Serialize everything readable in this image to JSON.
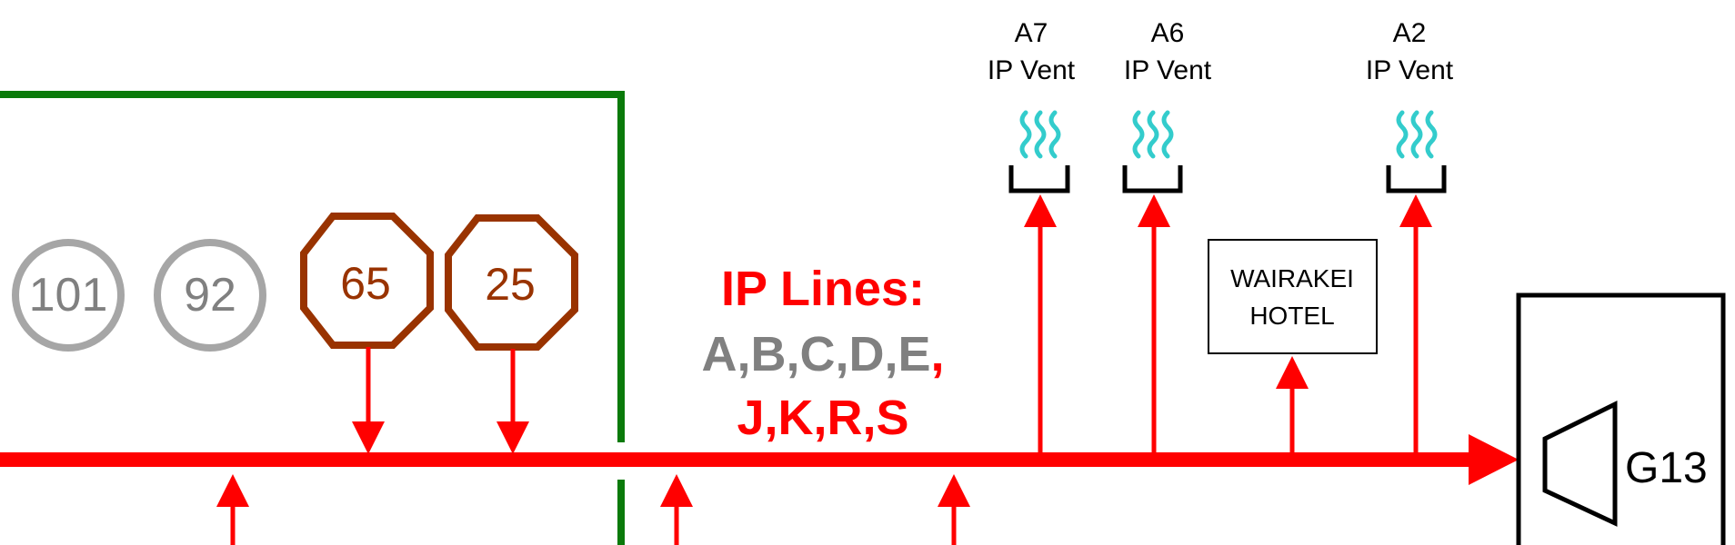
{
  "colors": {
    "line_red": "#ff0000",
    "boundary_green": "#0a7a0a",
    "well_brown": "#993300",
    "inactive_gray": "#a6a6a6",
    "text_gray": "#808080",
    "vent_cyan": "#33cccc",
    "black": "#000000"
  },
  "inactive_wells": [
    {
      "label": "101"
    },
    {
      "label": "92"
    }
  ],
  "active_wells": [
    {
      "label": "65"
    },
    {
      "label": "25"
    }
  ],
  "ip_lines": {
    "title": "IP Lines:",
    "gray_list": "A,B,C,D,E",
    "red_comma": ",",
    "red_list": "J,K,R,S"
  },
  "vents": [
    {
      "name": "A7",
      "label": "IP Vent"
    },
    {
      "name": "A6",
      "label": "IP Vent"
    },
    {
      "name": "A2",
      "label": "IP Vent"
    }
  ],
  "hotel": {
    "line1": "WAIRAKEI",
    "line2": "HOTEL"
  },
  "generator": {
    "label": "G13"
  }
}
